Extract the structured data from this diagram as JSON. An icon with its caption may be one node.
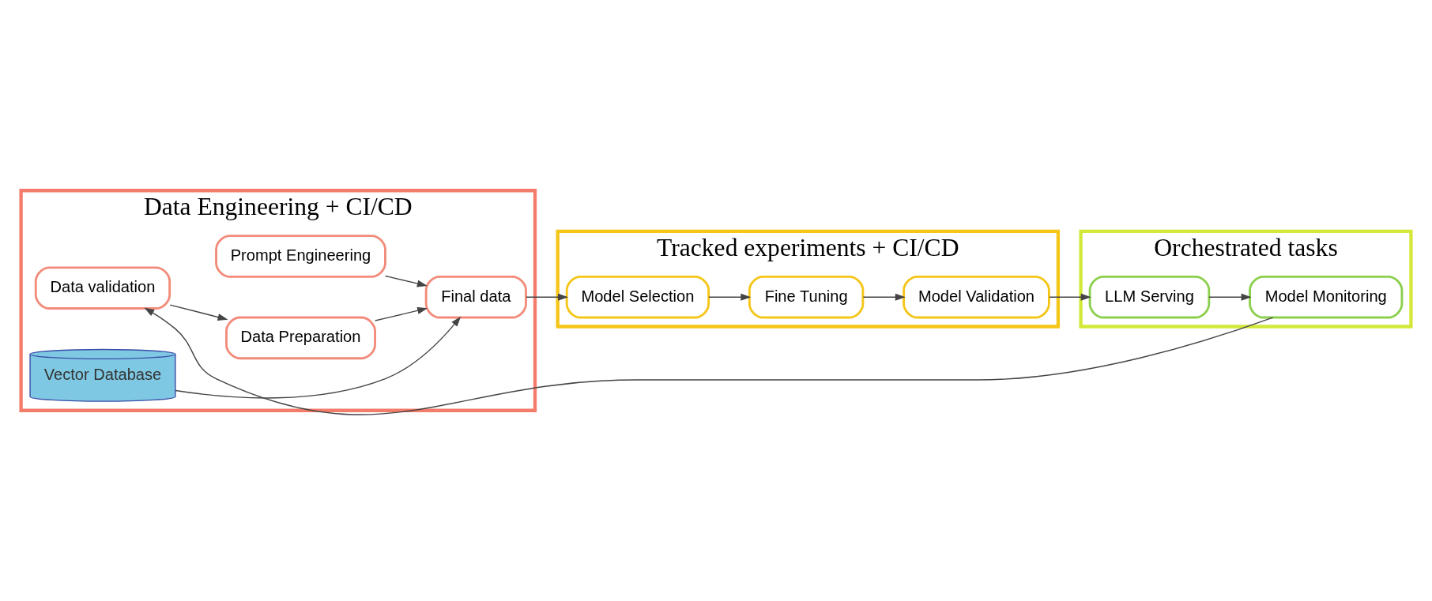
{
  "diagram": {
    "nodes": [
      {
        "text": [
          "Data Engineering + CI/CD"
        ]
      },
      {
        "text": [
          "Prompt Engineering"
        ],
        "in": 0
      },
      {
        "text": [
          "Data validation"
        ],
        "in": 0
      },
      {
        "text": [
          "Data Preparation"
        ],
        "in": 0
      },
      {
        "text": [
          "Final data"
        ],
        "in": 0
      },
      {
        "text": [
          "Vector Database"
        ],
        "in": 0
      },
      {
        "text": [
          "Tracked experiments + CI/CD"
        ]
      },
      {
        "text": [
          "Model Selection"
        ],
        "in": 6
      },
      {
        "text": [
          "Fine Tuning"
        ],
        "in": 6
      },
      {
        "text": [
          "Model Validation"
        ],
        "in": 6
      },
      {
        "text": [
          "Orchestrated tasks"
        ]
      },
      {
        "text": [
          "LLM Serving"
        ],
        "in": 10
      },
      {
        "text": [
          "Model Monitoring"
        ],
        "in": 10
      }
    ],
    "edges": [
      {
        "from": 2,
        "to": 3,
        "arrow": "to"
      },
      {
        "from": 3,
        "to": 4,
        "arrow": "to"
      },
      {
        "from": 1,
        "to": 4,
        "arrow": "to"
      },
      {
        "from": 5,
        "to": 4,
        "arrow": "to"
      },
      {
        "from": 4,
        "to": 7,
        "arrow": "to"
      },
      {
        "from": 7,
        "to": 8,
        "arrow": "to"
      },
      {
        "from": 8,
        "to": 9,
        "arrow": "to"
      },
      {
        "from": 9,
        "to": 11,
        "arrow": "to"
      },
      {
        "from": 11,
        "to": 12,
        "arrow": "to"
      },
      {
        "from": 12,
        "to": 2,
        "arrow": "to"
      }
    ]
  }
}
